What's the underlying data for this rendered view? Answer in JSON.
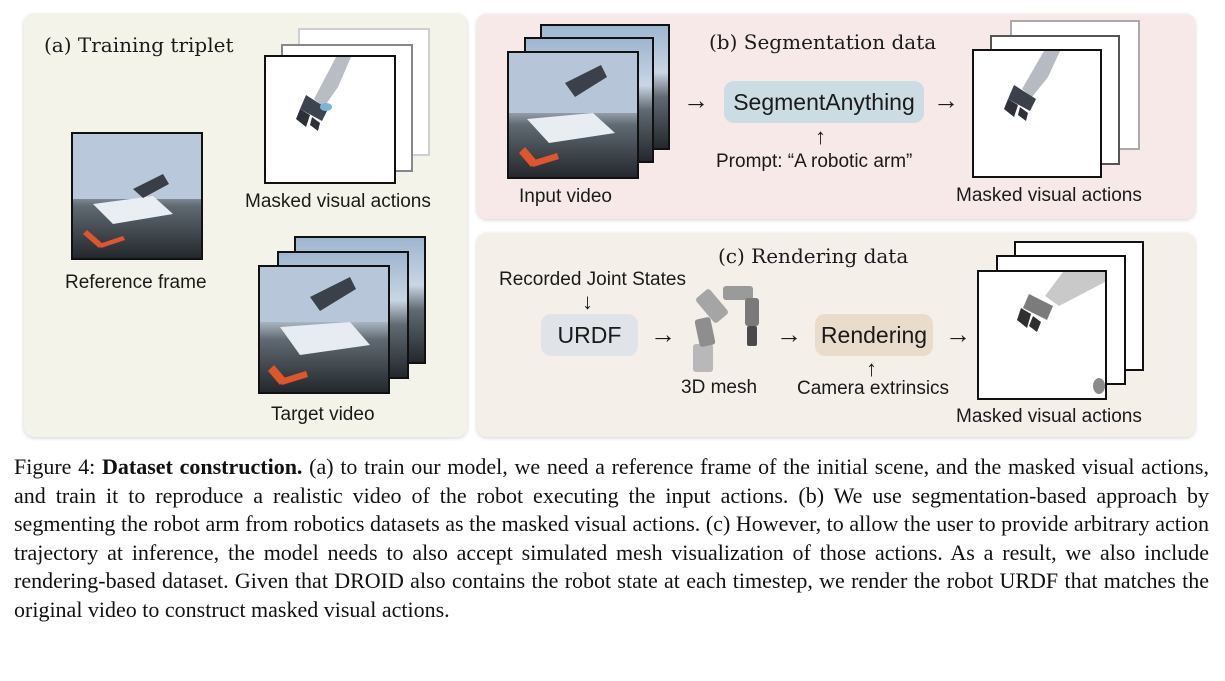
{
  "panel_a": {
    "title": "(a) Training triplet",
    "masked_label": "Masked visual actions",
    "reference_label": "Reference frame",
    "target_label": "Target video"
  },
  "panel_b": {
    "title": "(b) Segmentation data",
    "input_label": "Input video",
    "model_label": "SegmentAnything",
    "prompt_label": "Prompt: “A robotic arm”",
    "output_label": "Masked visual actions"
  },
  "panel_c": {
    "title": "(c) Rendering data",
    "joint_label": "Recorded Joint States",
    "urdf_label": "URDF",
    "mesh_label": "3D mesh",
    "render_label": "Rendering",
    "camera_label": "Camera extrinsics",
    "output_label": "Masked visual actions"
  },
  "arrows": {
    "right": "→",
    "down": "↓",
    "up": "↑"
  },
  "caption": {
    "figure_label": "Figure 4:",
    "bold_title": "Dataset construction.",
    "text": "(a) to train our model, we need a reference frame of the initial scene, and the masked visual actions, and train it to reproduce a realistic video of the robot executing the input actions. (b) We use segmentation-based approach by segmenting the robot arm from robotics datasets as the masked visual actions. (c) However, to allow the user to provide arbitrary action trajectory at inference, the model needs to also accept simulated mesh visualization of those actions. As a result, we also include rendering-based dataset. Given that DROID also contains the robot state at each timestep, we render the robot URDF that matches the original video to construct masked visual actions."
  }
}
